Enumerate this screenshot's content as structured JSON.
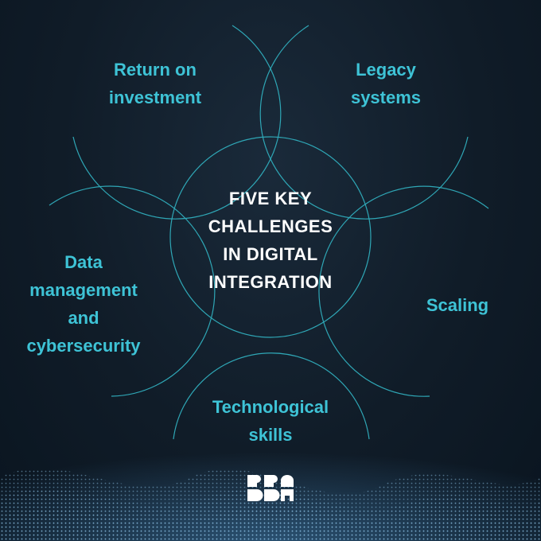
{
  "center": {
    "title": "FIVE KEY\nCHALLENGES\nIN DIGITAL\nINTEGRATION"
  },
  "challenges": [
    {
      "id": "roi",
      "label": "Return on\ninvestment"
    },
    {
      "id": "legacy",
      "label": "Legacy\nsystems"
    },
    {
      "id": "data",
      "label": "Data\nmanagement\nand\ncybersecurity"
    },
    {
      "id": "scaling",
      "label": "Scaling"
    },
    {
      "id": "skills",
      "label": "Technological\nskills"
    }
  ],
  "colors": {
    "accent": "#3ec3d6",
    "line": "#2fa7b6",
    "background": "#101c28",
    "title": "#ffffff"
  },
  "logo": {
    "icon": "bba-logo-icon"
  }
}
